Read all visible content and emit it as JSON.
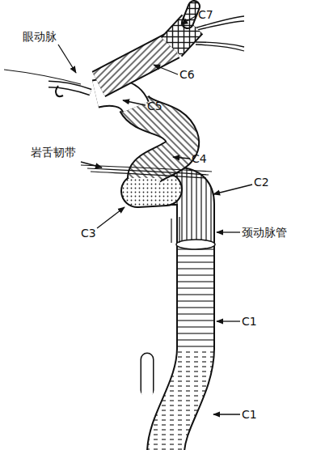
{
  "diagram": {
    "labels": [
      "C7",
      "眼动脉",
      "C6",
      "C5",
      "C4",
      "岩舌韧带",
      "C2",
      "C3",
      "颈动脉管",
      "C1",
      "C1"
    ]
  }
}
